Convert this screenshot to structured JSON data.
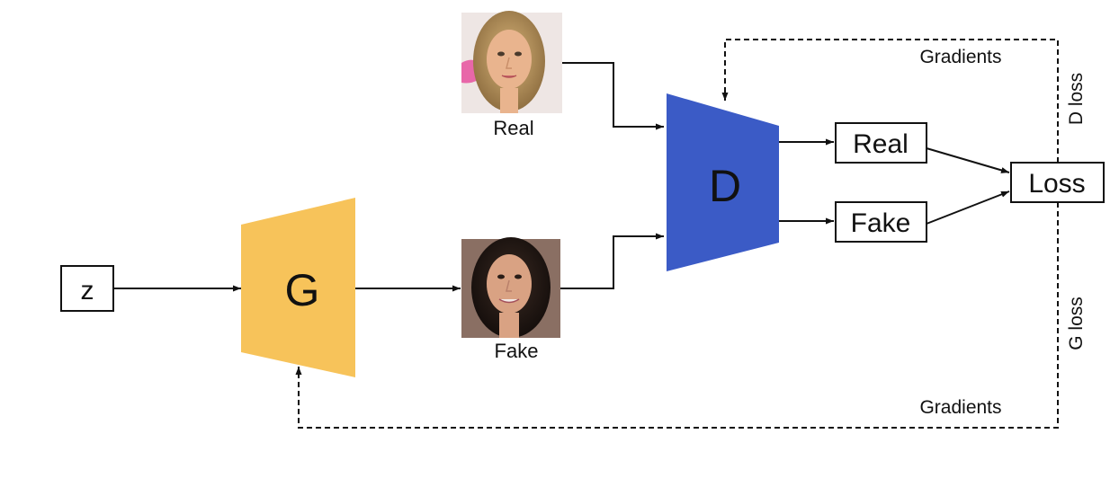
{
  "nodes": {
    "z_label": "z",
    "generator_label": "G",
    "discriminator_label": "D",
    "real_image_caption": "Real",
    "fake_image_caption": "Fake",
    "real_output_label": "Real",
    "fake_output_label": "Fake",
    "loss_label": "Loss"
  },
  "edges": {
    "d_gradients_label": "Gradients",
    "g_gradients_label": "Gradients",
    "d_loss_label": "D loss",
    "g_loss_label": "G loss"
  },
  "colors": {
    "generator_fill": "#F7C35A",
    "discriminator_fill": "#3B5BC6",
    "line": "#111111"
  },
  "images": {
    "real_image": "portrait-photo-real-face",
    "fake_image": "portrait-photo-generated-face"
  }
}
